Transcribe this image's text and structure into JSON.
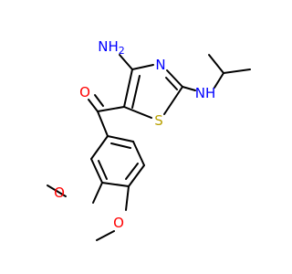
{
  "molecule": {
    "atoms": {
      "nh2_top": {
        "text": "NH",
        "sub": "2",
        "color": "#0000ff"
      },
      "ring_n": {
        "text": "N",
        "color": "#0000ff"
      },
      "nh_right": {
        "text": "NH",
        "color": "#0000ff"
      },
      "carbonyl_o": {
        "text": "O",
        "color": "#ff0000"
      },
      "ring_s": {
        "text": "S",
        "color": "#b8a000"
      },
      "methoxy_o_left": {
        "text": "O",
        "color": "#ff0000"
      },
      "methoxy_o_bottom": {
        "text": "O",
        "color": "#ff0000"
      }
    },
    "colors": {
      "bond": "#000000",
      "nitrogen": "#0000ff",
      "oxygen": "#ff0000",
      "sulfur": "#b8a000"
    }
  }
}
